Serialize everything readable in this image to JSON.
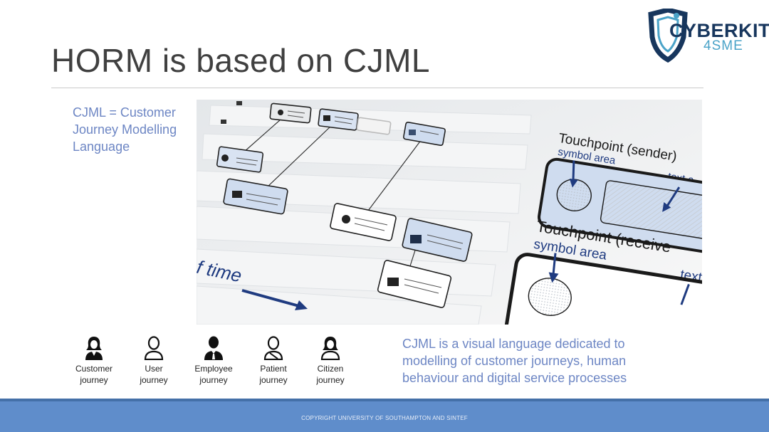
{
  "slide": {
    "title": "HORM is based on CJML",
    "definition": "CJML = Customer Journey Modelling Language",
    "description": "CJML is a visual language dedicated to modelling of  customer journeys, human behaviour and digital service processes",
    "copyright": "COPYRIGHT UNIVERSITY OF SOUTHAMPTON AND SINTEF"
  },
  "logo": {
    "word": "CYBERKIT",
    "sub": "4SME"
  },
  "photo": {
    "labels": {
      "touchpoint_sender": "Touchpoint (sender)",
      "symbol_area_1": "symbol area",
      "text_area_1": "text a",
      "touchpoint_receiver": "Touchpoint (receive",
      "symbol_area_2": "symbol area",
      "text_area_2": "text",
      "time": "f time"
    }
  },
  "journeys": [
    {
      "label": "Customer\njourney",
      "icon": "customer-person-icon"
    },
    {
      "label": "User\njourney",
      "icon": "user-person-icon"
    },
    {
      "label": "Employee\njourney",
      "icon": "employee-person-icon"
    },
    {
      "label": "Patient\njourney",
      "icon": "patient-person-icon"
    },
    {
      "label": "Citizen\njourney",
      "icon": "citizen-person-icon"
    }
  ],
  "colors": {
    "title": "#404040",
    "accent_text": "#6d86c4",
    "footer": "#5f8dcb",
    "logo_navy": "#17365d",
    "logo_cyan": "#4aa3c8"
  }
}
